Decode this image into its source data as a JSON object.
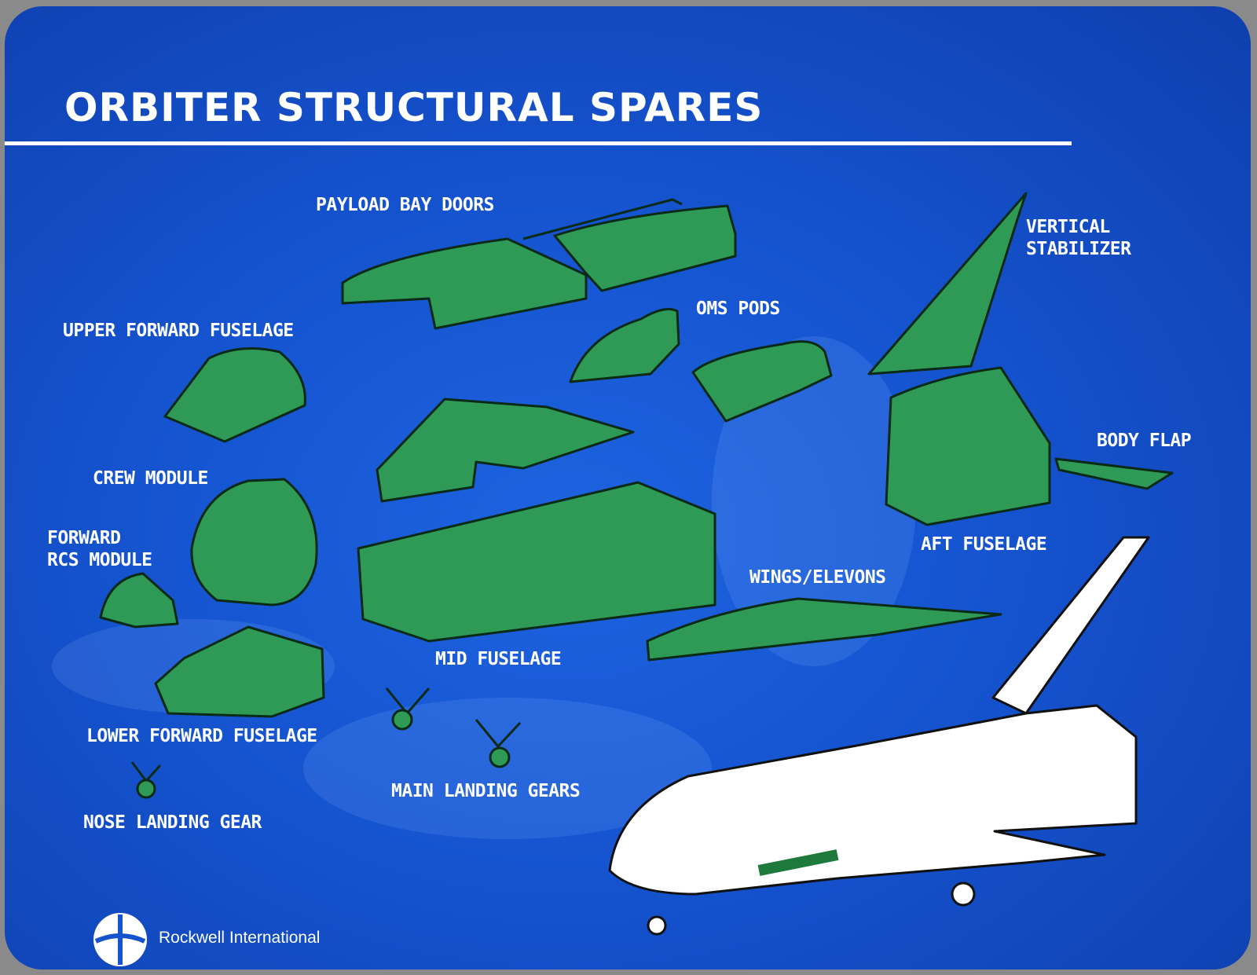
{
  "title": "ORBITER STRUCTURAL SPARES",
  "labels": {
    "payload_bay_doors": "PAYLOAD BAY DOORS",
    "vertical_stabilizer_1": "VERTICAL",
    "vertical_stabilizer_2": "STABILIZER",
    "oms_pods": "OMS PODS",
    "upper_forward_fuselage": "UPPER FORWARD FUSELAGE",
    "body_flap": "BODY FLAP",
    "crew_module": "CREW MODULE",
    "forward_rcs_1": "FORWARD",
    "forward_rcs_2": "RCS MODULE",
    "aft_fuselage": "AFT FUSELAGE",
    "wings_elevons": "WINGS/ELEVONS",
    "mid_fuselage": "MID FUSELAGE",
    "lower_forward_fuselage": "LOWER FORWARD FUSELAGE",
    "main_landing_gears": "MAIN LANDING GEARS",
    "nose_landing_gear": "NOSE LANDING GEAR"
  },
  "brand": "Rockwell International",
  "colors": {
    "board_blue": "#1553cf",
    "part_green": "#2e9a55",
    "outline": "#0b2a18",
    "text": "#ffffff"
  }
}
